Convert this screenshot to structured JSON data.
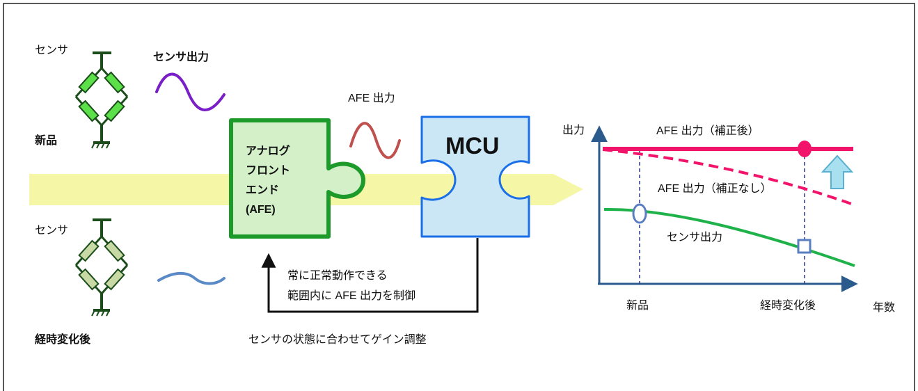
{
  "sensor_new": {
    "title": "センサ",
    "state": "新品"
  },
  "sensor_aged": {
    "title": "センサ",
    "state": "経時変化後"
  },
  "sensor_output_label": "センサ出力",
  "afe_output_label": "AFE 出力",
  "afe_block": {
    "lines": [
      "アナログ",
      "フロント",
      "エンド",
      "(AFE)"
    ]
  },
  "mcu_block": {
    "label": "MCU"
  },
  "feedback": {
    "lines": [
      "常に正常動作できる",
      "範囲内に AFE 出力を制御"
    ],
    "caption": "センサの状態に合わせてゲイン調整"
  },
  "graph": {
    "y_label": "出力",
    "x_label": "年数",
    "tick_new": "新品",
    "tick_aged": "経時変化後",
    "curve_corrected": "AFE 出力（補正後）",
    "curve_uncorrected": "AFE 出力（補正なし）",
    "curve_sensor": "センサ出力"
  },
  "colors": {
    "flow_arrow": "#f5f7a6",
    "afe_fill": "#d3f0c9",
    "afe_border": "#1c9a2a",
    "mcu_fill": "#cbe7f5",
    "mcu_border": "#1a6fe8",
    "corrected": "#f2146a",
    "sensor_curve": "#20b24a",
    "axis": "#2a5b8c",
    "wave_new": "#7a1ec8",
    "wave_afe": "#c0504d",
    "wave_aged": "#5a8ac6",
    "resistor_new": "#5ce049",
    "resistor_aged": "#c9d9a6"
  }
}
